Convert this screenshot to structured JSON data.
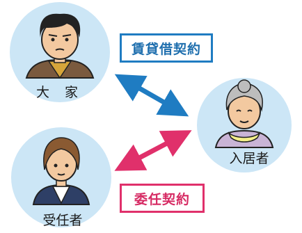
{
  "contracts": {
    "lease_label": "賃貸借契約",
    "entrust_label": "委任契約"
  },
  "parties": {
    "landlord": "大 家",
    "resident": "入居者",
    "trustee": "受任者"
  },
  "colors": {
    "circle": "#cce6f6",
    "lease_arrow": "#1f7cc2",
    "entrust_arrow": "#e0306b"
  },
  "icons": {
    "landlord": "man-portrait-icon",
    "resident": "elderly-woman-portrait-icon",
    "trustee": "woman-portrait-icon"
  }
}
